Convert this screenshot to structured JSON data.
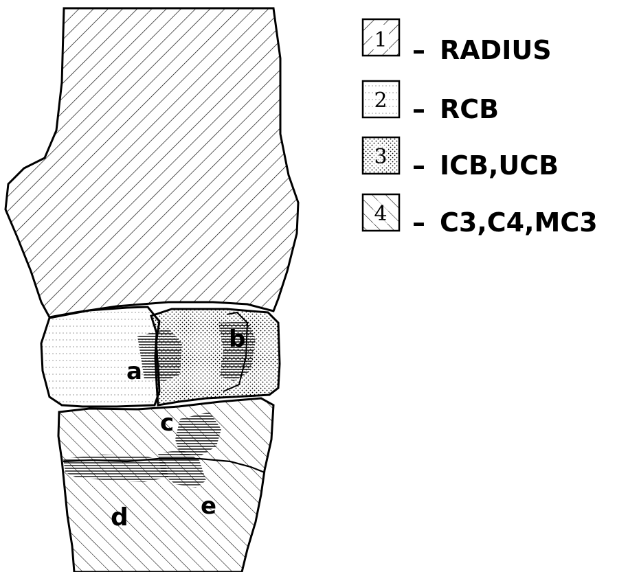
{
  "diagram": {
    "point_labels": {
      "a": "a",
      "b": "b",
      "c": "c",
      "d": "d",
      "e": "e"
    }
  },
  "legend": {
    "items": [
      {
        "number": "1",
        "separator": "–",
        "text": "RADIUS",
        "pattern": "diagonal-back-hatch"
      },
      {
        "number": "2",
        "separator": "–",
        "text": "RCB",
        "pattern": "fine-grid"
      },
      {
        "number": "3",
        "separator": "–",
        "text": "ICB,UCB",
        "pattern": "dots"
      },
      {
        "number": "4",
        "separator": "–",
        "text": "C3,C4,MC3",
        "pattern": "diagonal-forward-hatch"
      }
    ]
  },
  "colors": {
    "ink": "#000000",
    "paper": "#ffffff"
  }
}
